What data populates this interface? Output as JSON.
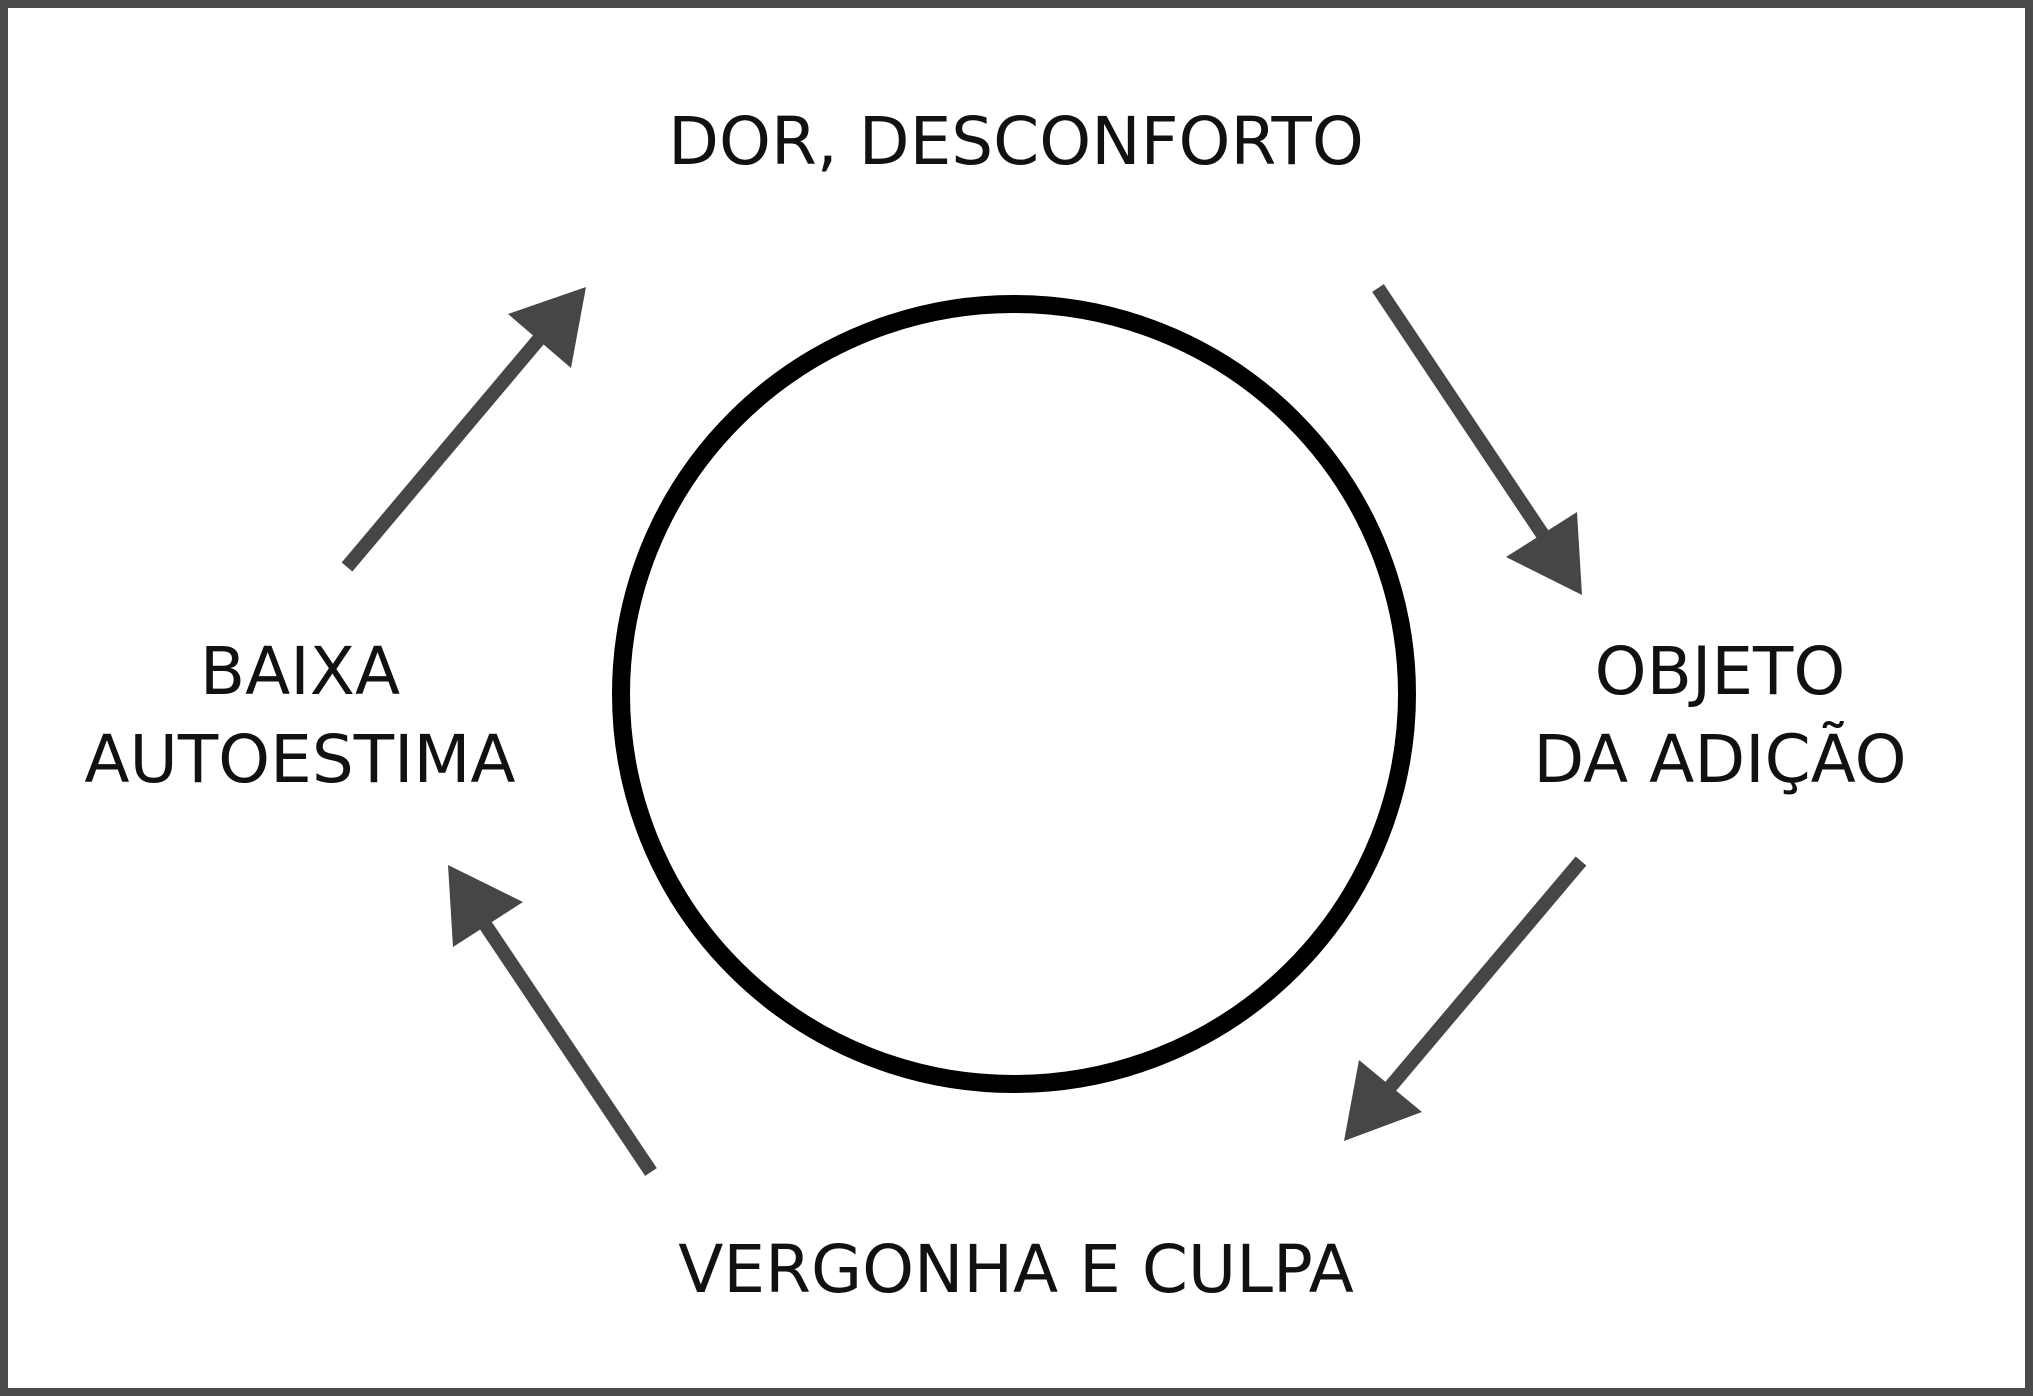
{
  "diagram": {
    "nodes": {
      "top": {
        "lines": [
          "DOR, DESCONFORTO"
        ]
      },
      "right": {
        "lines": [
          "OBJETO",
          "DA ADIÇÃO"
        ]
      },
      "bottom": {
        "lines": [
          "VERGONHA E CULPA"
        ]
      },
      "left": {
        "lines": [
          "BAIXA",
          "AUTOESTIMA"
        ]
      }
    },
    "edges": [
      {
        "from": "top",
        "to": "right"
      },
      {
        "from": "right",
        "to": "bottom"
      },
      {
        "from": "bottom",
        "to": "left"
      },
      {
        "from": "left",
        "to": "top"
      }
    ],
    "colors": {
      "arrow": "#464646",
      "circle": "#000000",
      "text": "#111111",
      "frame": "#4a4a4a"
    }
  }
}
